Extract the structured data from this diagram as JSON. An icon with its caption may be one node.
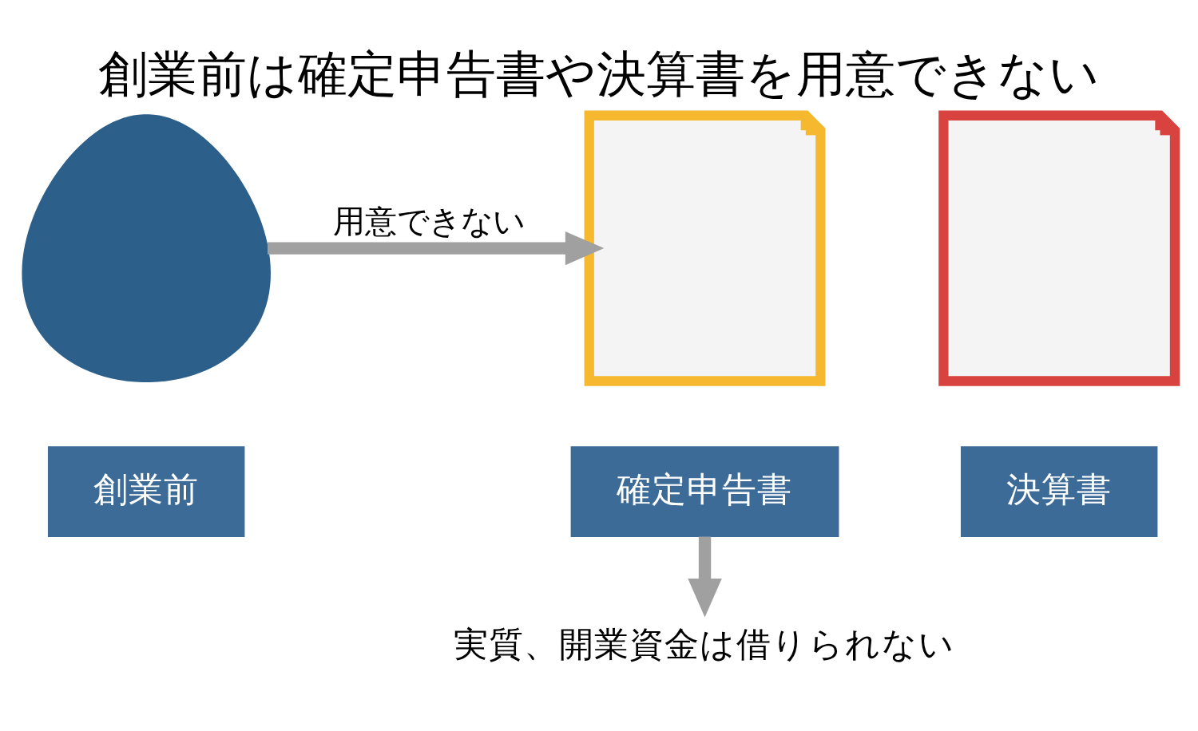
{
  "diagram": {
    "title": "創業前は確定申告書や決算書を用意できない",
    "nodes": [
      {
        "text": [],
        "shape": "person"
      },
      {
        "text": [
          "創業前"
        ]
      },
      {
        "text": [],
        "shape": "picture"
      },
      {
        "text": [
          "確定申告書"
        ]
      },
      {
        "text": [],
        "shape": "picture"
      },
      {
        "text": [
          "決算書"
        ]
      },
      {
        "text": [
          "実質、開業資金は借りられない"
        ]
      }
    ],
    "edges": [
      {
        "from": 0,
        "to": 2,
        "arrow": "to",
        "label": "用意できない"
      },
      {
        "from": 3,
        "to": 6,
        "arrow": "to"
      }
    ]
  }
}
